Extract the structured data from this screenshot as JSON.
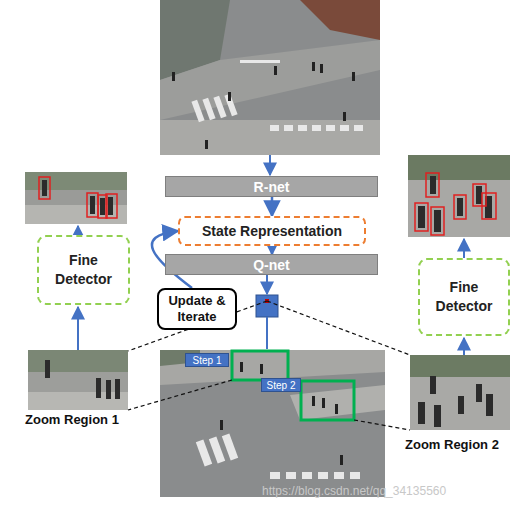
{
  "diagram": {
    "nodes": [
      {
        "text": [
          "R-net"
        ]
      },
      {
        "text": [
          "State Representation"
        ]
      },
      {
        "text": [
          "Fine Detector"
        ]
      },
      {
        "text": [
          "Fine Detector"
        ]
      },
      {
        "text": [
          "Q-net"
        ]
      },
      {
        "text": [
          "Update & Iterate"
        ]
      },
      {
        "text": [
          "Step 1"
        ]
      },
      {
        "text": [
          "Step 2"
        ]
      }
    ],
    "edges": [
      {
        "from": 0,
        "to": 1,
        "arrow": "to"
      },
      {
        "from": 1,
        "to": 4,
        "arrow": "to"
      },
      {
        "from": 5,
        "to": 1,
        "arrow": "to"
      }
    ],
    "labels": [
      "Zoom Region 1",
      "Zoom Region 2",
      "https://blog.csdn.net/qq_34135560"
    ]
  }
}
